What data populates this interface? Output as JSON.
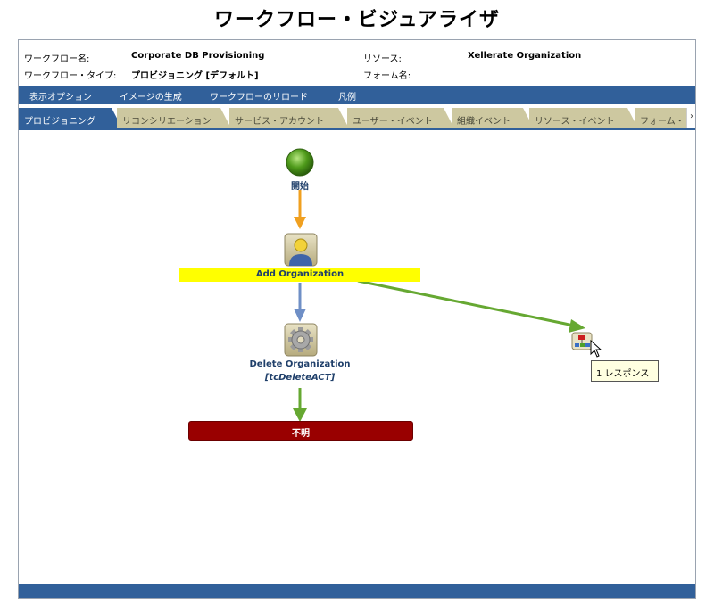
{
  "page": {
    "title": "ワークフロー・ビジュアライザ"
  },
  "info": {
    "workflow_name_label": "ワークフロー名:",
    "workflow_name_value": "Corporate DB Provisioning",
    "resource_label": "リソース:",
    "resource_value": "Xellerate Organization",
    "workflow_type_label": "ワークフロー・タイプ:",
    "workflow_type_value": "プロビジョニング [デフォルト]",
    "form_label": "フォーム名:"
  },
  "menu": {
    "items": [
      "表示オプション",
      "イメージの生成",
      "ワークフローのリロード",
      "凡例"
    ]
  },
  "tabs": {
    "items": [
      "プロビジョニング",
      "リコンシリエーション",
      "サービス・アカウント",
      "ユーザー・イベント",
      "組織イベント",
      "リソース・イベント",
      "フォーム・"
    ],
    "active": "プロビジョニング",
    "scroll_glyph": "›"
  },
  "diagram": {
    "start_label": "開始",
    "add_org_label": "Add Organization",
    "delete_org_label": "Delete Organization",
    "delete_org_adapter": "[tcDeleteACT]",
    "unknown_label": "不明",
    "tooltip": "1 レスポンス",
    "colors": {
      "start_arrow": "#f0a020",
      "blue_arrow": "#6f8fc6",
      "green_arrow": "#66a832",
      "yellow_bar": "#ffff00",
      "red_bar": "#990000",
      "accent_blue": "#31609a",
      "tab_inactive": "#cdc8a0"
    }
  }
}
